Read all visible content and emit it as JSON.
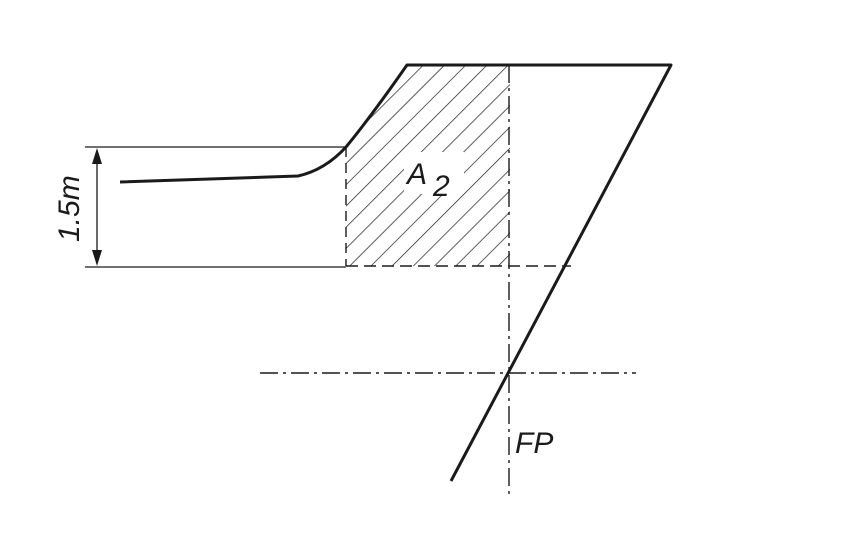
{
  "labels": {
    "area_symbol": "A",
    "area_subscript": "2",
    "dimension": "1.5m",
    "axis": "FP"
  },
  "colors": {
    "line": "#1a1a1a",
    "background": "#ffffff"
  }
}
